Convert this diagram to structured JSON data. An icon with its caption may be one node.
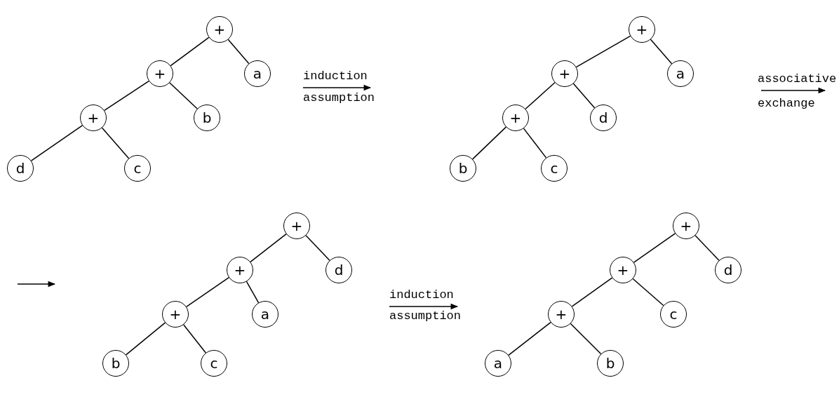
{
  "diagram": {
    "nodes": [
      {
        "text": [
          "+"
        ]
      },
      {
        "text": [
          "+"
        ]
      },
      {
        "text": [
          "a"
        ]
      },
      {
        "text": [
          "+"
        ]
      },
      {
        "text": [
          "b"
        ]
      },
      {
        "text": [
          "d"
        ]
      },
      {
        "text": [
          "c"
        ]
      },
      {
        "text": [
          "+"
        ]
      },
      {
        "text": [
          "+"
        ]
      },
      {
        "text": [
          "a"
        ]
      },
      {
        "text": [
          "+"
        ]
      },
      {
        "text": [
          "d"
        ]
      },
      {
        "text": [
          "b"
        ]
      },
      {
        "text": [
          "c"
        ]
      },
      {
        "text": [
          "+"
        ]
      },
      {
        "text": [
          "+"
        ]
      },
      {
        "text": [
          "d"
        ]
      },
      {
        "text": [
          "+"
        ]
      },
      {
        "text": [
          "a"
        ]
      },
      {
        "text": [
          "b"
        ]
      },
      {
        "text": [
          "c"
        ]
      },
      {
        "text": [
          "+"
        ]
      },
      {
        "text": [
          "+"
        ]
      },
      {
        "text": [
          "d"
        ]
      },
      {
        "text": [
          "+"
        ]
      },
      {
        "text": [
          "c"
        ]
      },
      {
        "text": [
          "a"
        ]
      },
      {
        "text": [
          "b"
        ]
      }
    ],
    "edges": [
      {
        "from": 0,
        "to": 1,
        "arrow": "none"
      },
      {
        "from": 0,
        "to": 2,
        "arrow": "none"
      },
      {
        "from": 1,
        "to": 3,
        "arrow": "none"
      },
      {
        "from": 1,
        "to": 4,
        "arrow": "none"
      },
      {
        "from": 3,
        "to": 5,
        "arrow": "none"
      },
      {
        "from": 3,
        "to": 6,
        "arrow": "none"
      },
      {
        "from": 7,
        "to": 8,
        "arrow": "none"
      },
      {
        "from": 7,
        "to": 9,
        "arrow": "none"
      },
      {
        "from": 8,
        "to": 10,
        "arrow": "none"
      },
      {
        "from": 8,
        "to": 11,
        "arrow": "none"
      },
      {
        "from": 10,
        "to": 12,
        "arrow": "none"
      },
      {
        "from": 10,
        "to": 13,
        "arrow": "none"
      },
      {
        "from": 14,
        "to": 15,
        "arrow": "none"
      },
      {
        "from": 14,
        "to": 16,
        "arrow": "none"
      },
      {
        "from": 15,
        "to": 17,
        "arrow": "none"
      },
      {
        "from": 15,
        "to": 18,
        "arrow": "none"
      },
      {
        "from": 17,
        "to": 19,
        "arrow": "none"
      },
      {
        "from": 17,
        "to": 20,
        "arrow": "none"
      },
      {
        "from": 21,
        "to": 22,
        "arrow": "none"
      },
      {
        "from": 21,
        "to": 23,
        "arrow": "none"
      },
      {
        "from": 22,
        "to": 24,
        "arrow": "none"
      },
      {
        "from": 22,
        "to": 25,
        "arrow": "none"
      },
      {
        "from": 24,
        "to": 26,
        "arrow": "none"
      },
      {
        "from": 24,
        "to": 27,
        "arrow": "none"
      }
    ],
    "labels": [
      "induction",
      "assumption",
      "associative",
      "exchange",
      "induction",
      "assumption"
    ]
  }
}
